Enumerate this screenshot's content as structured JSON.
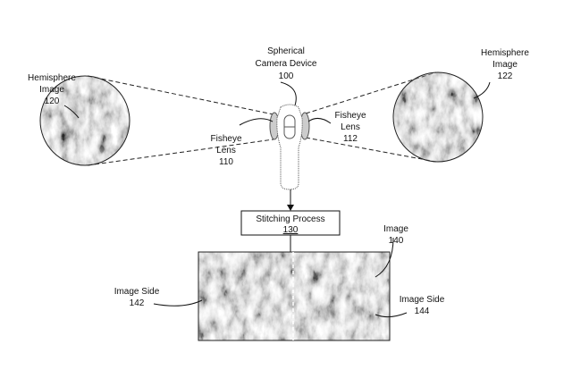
{
  "camera": {
    "line1": "Spherical",
    "line2": "Camera Device",
    "ref": "100"
  },
  "lens_left": {
    "line1": "Fisheye",
    "line2": "Lens",
    "ref": "110"
  },
  "lens_right": {
    "line1": "Fisheye",
    "line2": "Lens",
    "ref": "112"
  },
  "hemi_left": {
    "line1": "Hemisphere",
    "line2": "Image",
    "ref": "120"
  },
  "hemi_right": {
    "line1": "Hemisphere",
    "line2": "Image",
    "ref": "122"
  },
  "process": {
    "label": "Stitching Process",
    "ref": "130"
  },
  "image": {
    "line1": "Image",
    "ref": "140"
  },
  "side_left": {
    "line1": "Image Side",
    "ref": "142"
  },
  "side_right": {
    "line1": "Image Side",
    "ref": "144"
  }
}
